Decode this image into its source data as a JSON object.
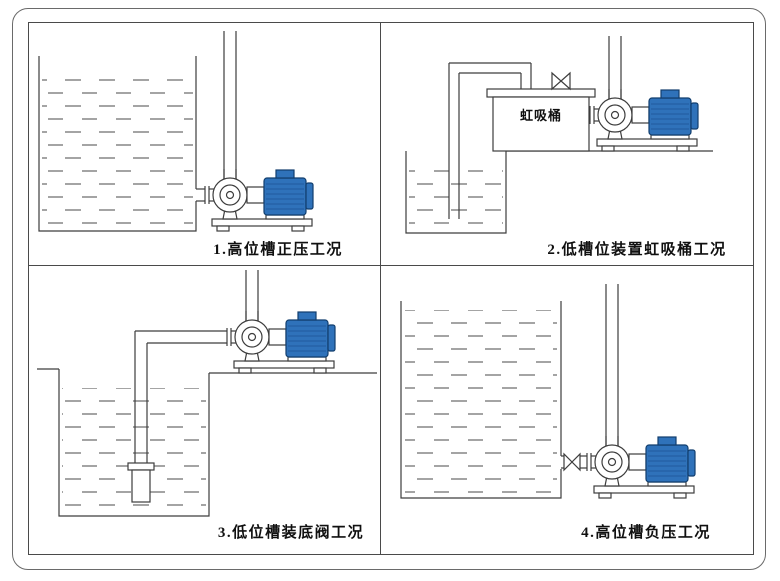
{
  "panels": [
    {
      "caption": "1.高位槽正压工况"
    },
    {
      "caption": "2.低槽位装置虹吸桶工况",
      "barrel_label": "虹吸桶"
    },
    {
      "caption": "3.低位槽装底阀工况"
    },
    {
      "caption": "4.高位槽负压工况"
    }
  ],
  "colors": {
    "motor_blue": "#2f72ba",
    "motor_dark_blue": "#123e6d",
    "line_gray": "#3d3d3d"
  },
  "icons": [
    "pump-icon",
    "motor-icon",
    "vent-valve-icon",
    "suction-valve-icon",
    "foot-valve-icon"
  ]
}
